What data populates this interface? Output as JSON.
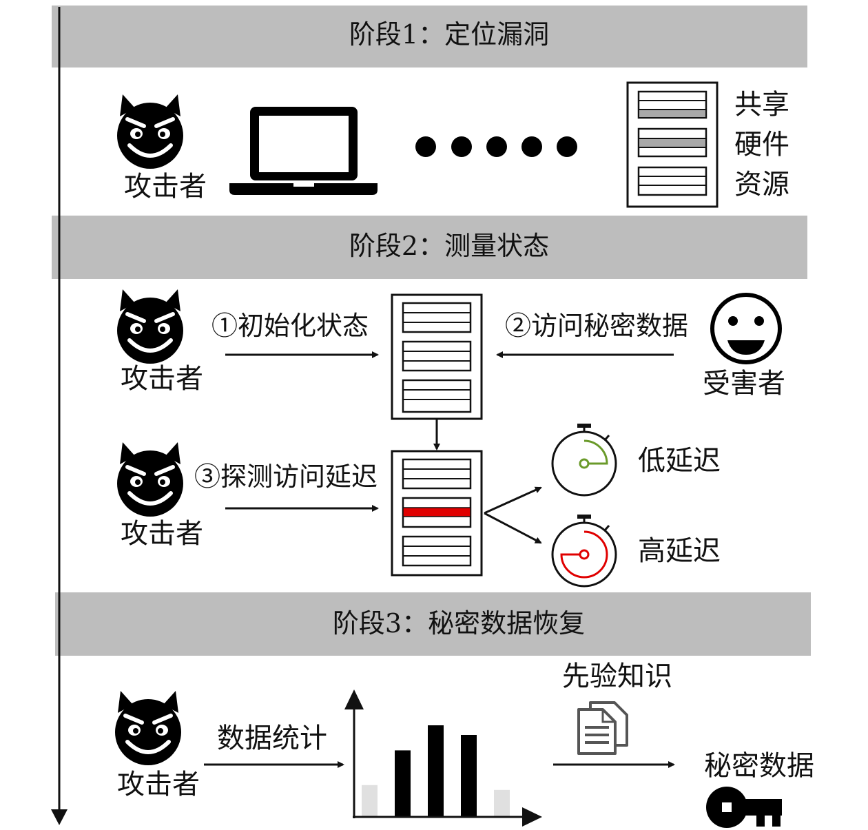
{
  "stages": [
    {
      "title": "阶段1：定位漏洞"
    },
    {
      "title": "阶段2：测量状态"
    },
    {
      "title": "阶段3：秘密数据恢复"
    }
  ],
  "stage1": {
    "attacker": "攻击者",
    "shared_resource": [
      "共享",
      "硬件",
      "资源"
    ]
  },
  "stage2": {
    "attacker": "攻击者",
    "step1": "①初始化状态",
    "step2": "②访问秘密数据",
    "victim": "受害者",
    "step3": "③探测访问延迟",
    "low_latency": "低延迟",
    "high_latency": "高延迟"
  },
  "stage3": {
    "attacker": "攻击者",
    "statistics": "数据统计",
    "prior_knowledge": "先验知识",
    "secret_data": "秘密数据"
  },
  "histogram": {
    "bars": [
      {
        "value": 0.33,
        "color": "#e0e0e0"
      },
      {
        "value": 0.69,
        "color": "#000000"
      },
      {
        "value": 0.95,
        "color": "#000000"
      },
      {
        "value": 0.85,
        "color": "#000000"
      },
      {
        "value": 0.28,
        "color": "#e0e0e0"
      }
    ]
  },
  "colors": {
    "band": "#bdbdbd",
    "highlight_row": "#e00000",
    "low_latency": "#6a9a2a",
    "high_latency": "#e00000",
    "gray_row": "#a8a8a8"
  }
}
